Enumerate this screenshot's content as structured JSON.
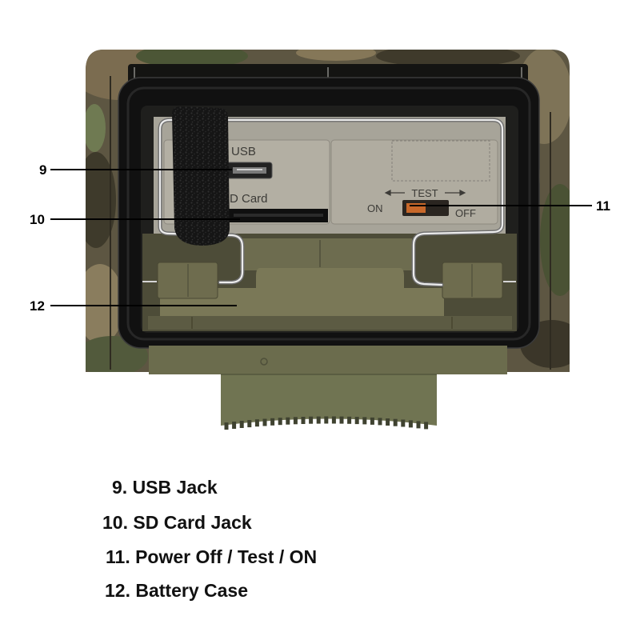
{
  "callouts": [
    {
      "number": "9"
    },
    {
      "number": "10"
    },
    {
      "number": "11"
    },
    {
      "number": "12"
    }
  ],
  "device_labels": {
    "usb": "USB",
    "sd_card": "SD Card",
    "test": "TEST",
    "on": "ON",
    "off": "OFF"
  },
  "legend": [
    {
      "text": "9. USB Jack"
    },
    {
      "text": "10. SD Card Jack"
    },
    {
      "text": "11. Power Off / Test / ON"
    },
    {
      "text": "12. Battery Case"
    }
  ],
  "colors": {
    "callout_line": "#000000",
    "camouflage_base": "#5d5642",
    "gasket": "#111111",
    "battery_case": "#6e6c4e",
    "switch_knob": "#c8682a"
  }
}
